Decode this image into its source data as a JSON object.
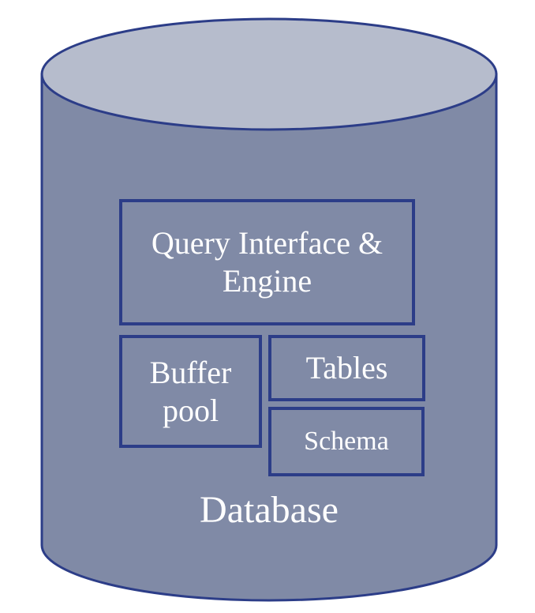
{
  "diagram": {
    "colors": {
      "body_fill": "#808aa6",
      "top_fill": "#b6bccc",
      "stroke": "#2c3d88",
      "text": "#ffffff"
    },
    "components": {
      "query_engine": "Query Interface & Engine",
      "buffer_pool": "Buffer pool",
      "tables": "Tables",
      "schema": "Schema"
    },
    "database_label": "Database"
  }
}
